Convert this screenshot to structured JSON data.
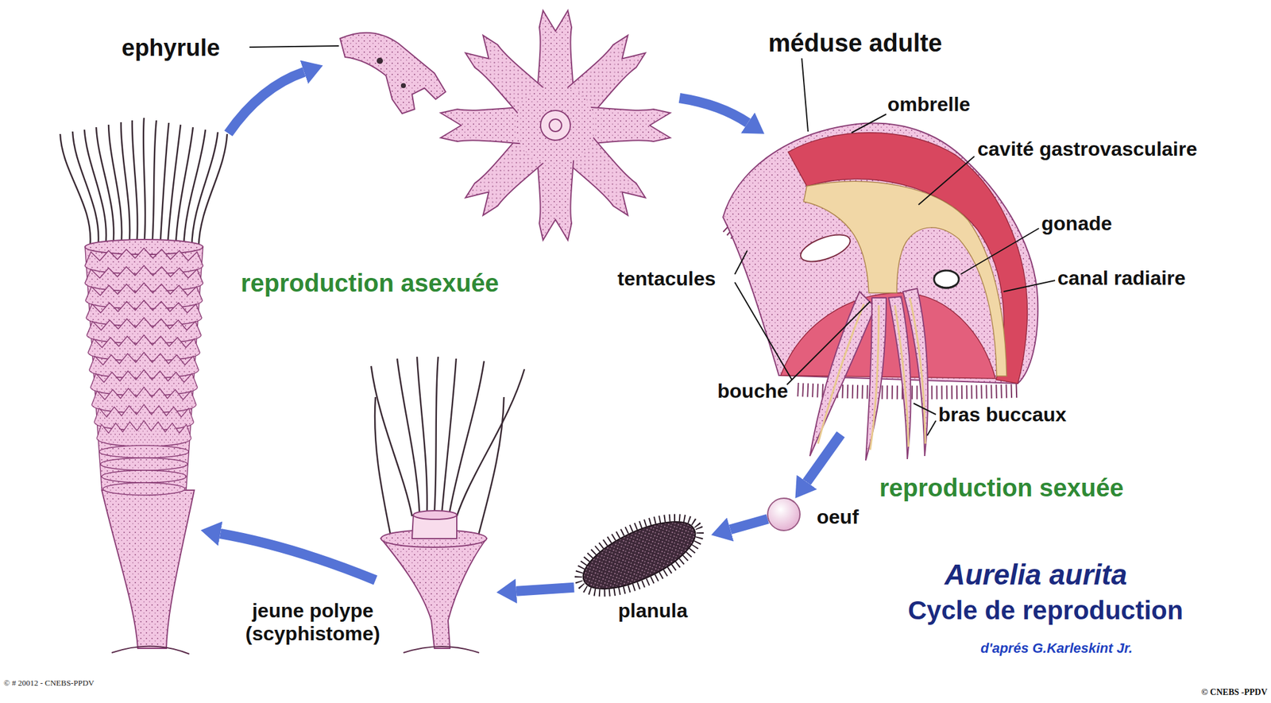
{
  "diagram": {
    "title": "Aurelia aurita",
    "nodes": [
      {
        "text": [
          "ephyrule"
        ]
      },
      {
        "text": [
          "méduse adulte"
        ]
      },
      {
        "text": [
          "oeuf"
        ]
      },
      {
        "text": [
          "planula"
        ]
      },
      {
        "text": [
          "jeune polype (scyphistome)"
        ]
      }
    ],
    "edges": [
      {
        "from": 1,
        "to": 2,
        "arrow": "to"
      },
      {
        "from": 2,
        "to": 3,
        "arrow": "to"
      },
      {
        "from": 3,
        "to": 4,
        "arrow": "to"
      }
    ],
    "labels": [
      "ombrelle",
      "cavité gastrovasculaire",
      "gonade",
      "canal radiaire",
      "tentacules",
      "bouche",
      "bras buccaux",
      "reproduction asexuée",
      "reproduction sexuée",
      "Cycle de reproduction",
      "d'aprés G.Karleskint Jr.",
      "© # 20012 - CNEBS-PPDV",
      "© CNEBS -PPDV"
    ]
  }
}
